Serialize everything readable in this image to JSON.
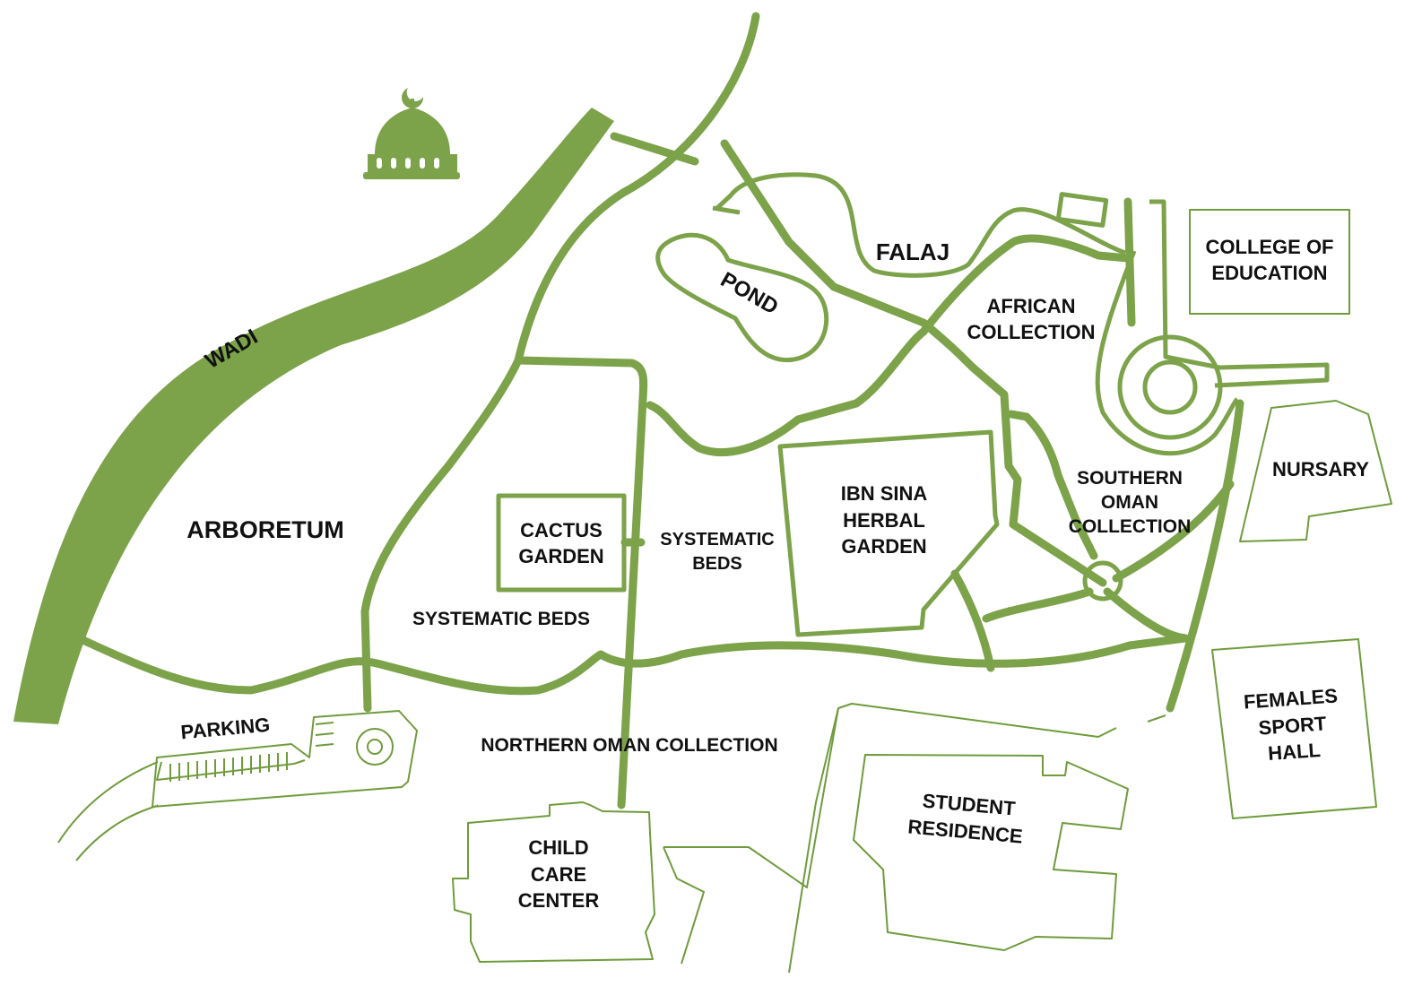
{
  "colors": {
    "path_green": "#7ca24a",
    "outline_green": "#6f9b3c",
    "text": "#111111",
    "background": "#ffffff"
  },
  "icons": {
    "landmark": "mosque-dome-icon",
    "roundabout": "roundabout-icon"
  },
  "labels": {
    "wadi": "WADI",
    "pond": "POND",
    "falaj": "FALAJ",
    "arboretum": "ARBORETUM",
    "parking": "PARKING",
    "cactus_garden": [
      "CACTUS",
      "GARDEN"
    ],
    "systematic_beds_right": [
      "SYSTEMATIC",
      "BEDS"
    ],
    "systematic_beds_left": "SYSTEMATIC BEDS",
    "african_collection": [
      "AFRICAN",
      "COLLECTION"
    ],
    "ibn_sina": [
      "IBN SINA",
      "HERBAL",
      "GARDEN"
    ],
    "southern_oman": [
      "SOUTHERN",
      "OMAN",
      "COLLECTION"
    ],
    "college_education": [
      "COLLEGE OF",
      "EDUCATION"
    ],
    "nursary": "NURSARY",
    "northern_oman": "NORTHERN OMAN COLLECTION",
    "child_care": [
      "CHILD",
      "CARE",
      "CENTER"
    ],
    "student_residence": [
      "STUDENT",
      "RESIDENCE"
    ],
    "females_sport_hall": [
      "FEMALES",
      "SPORT",
      "HALL"
    ]
  }
}
